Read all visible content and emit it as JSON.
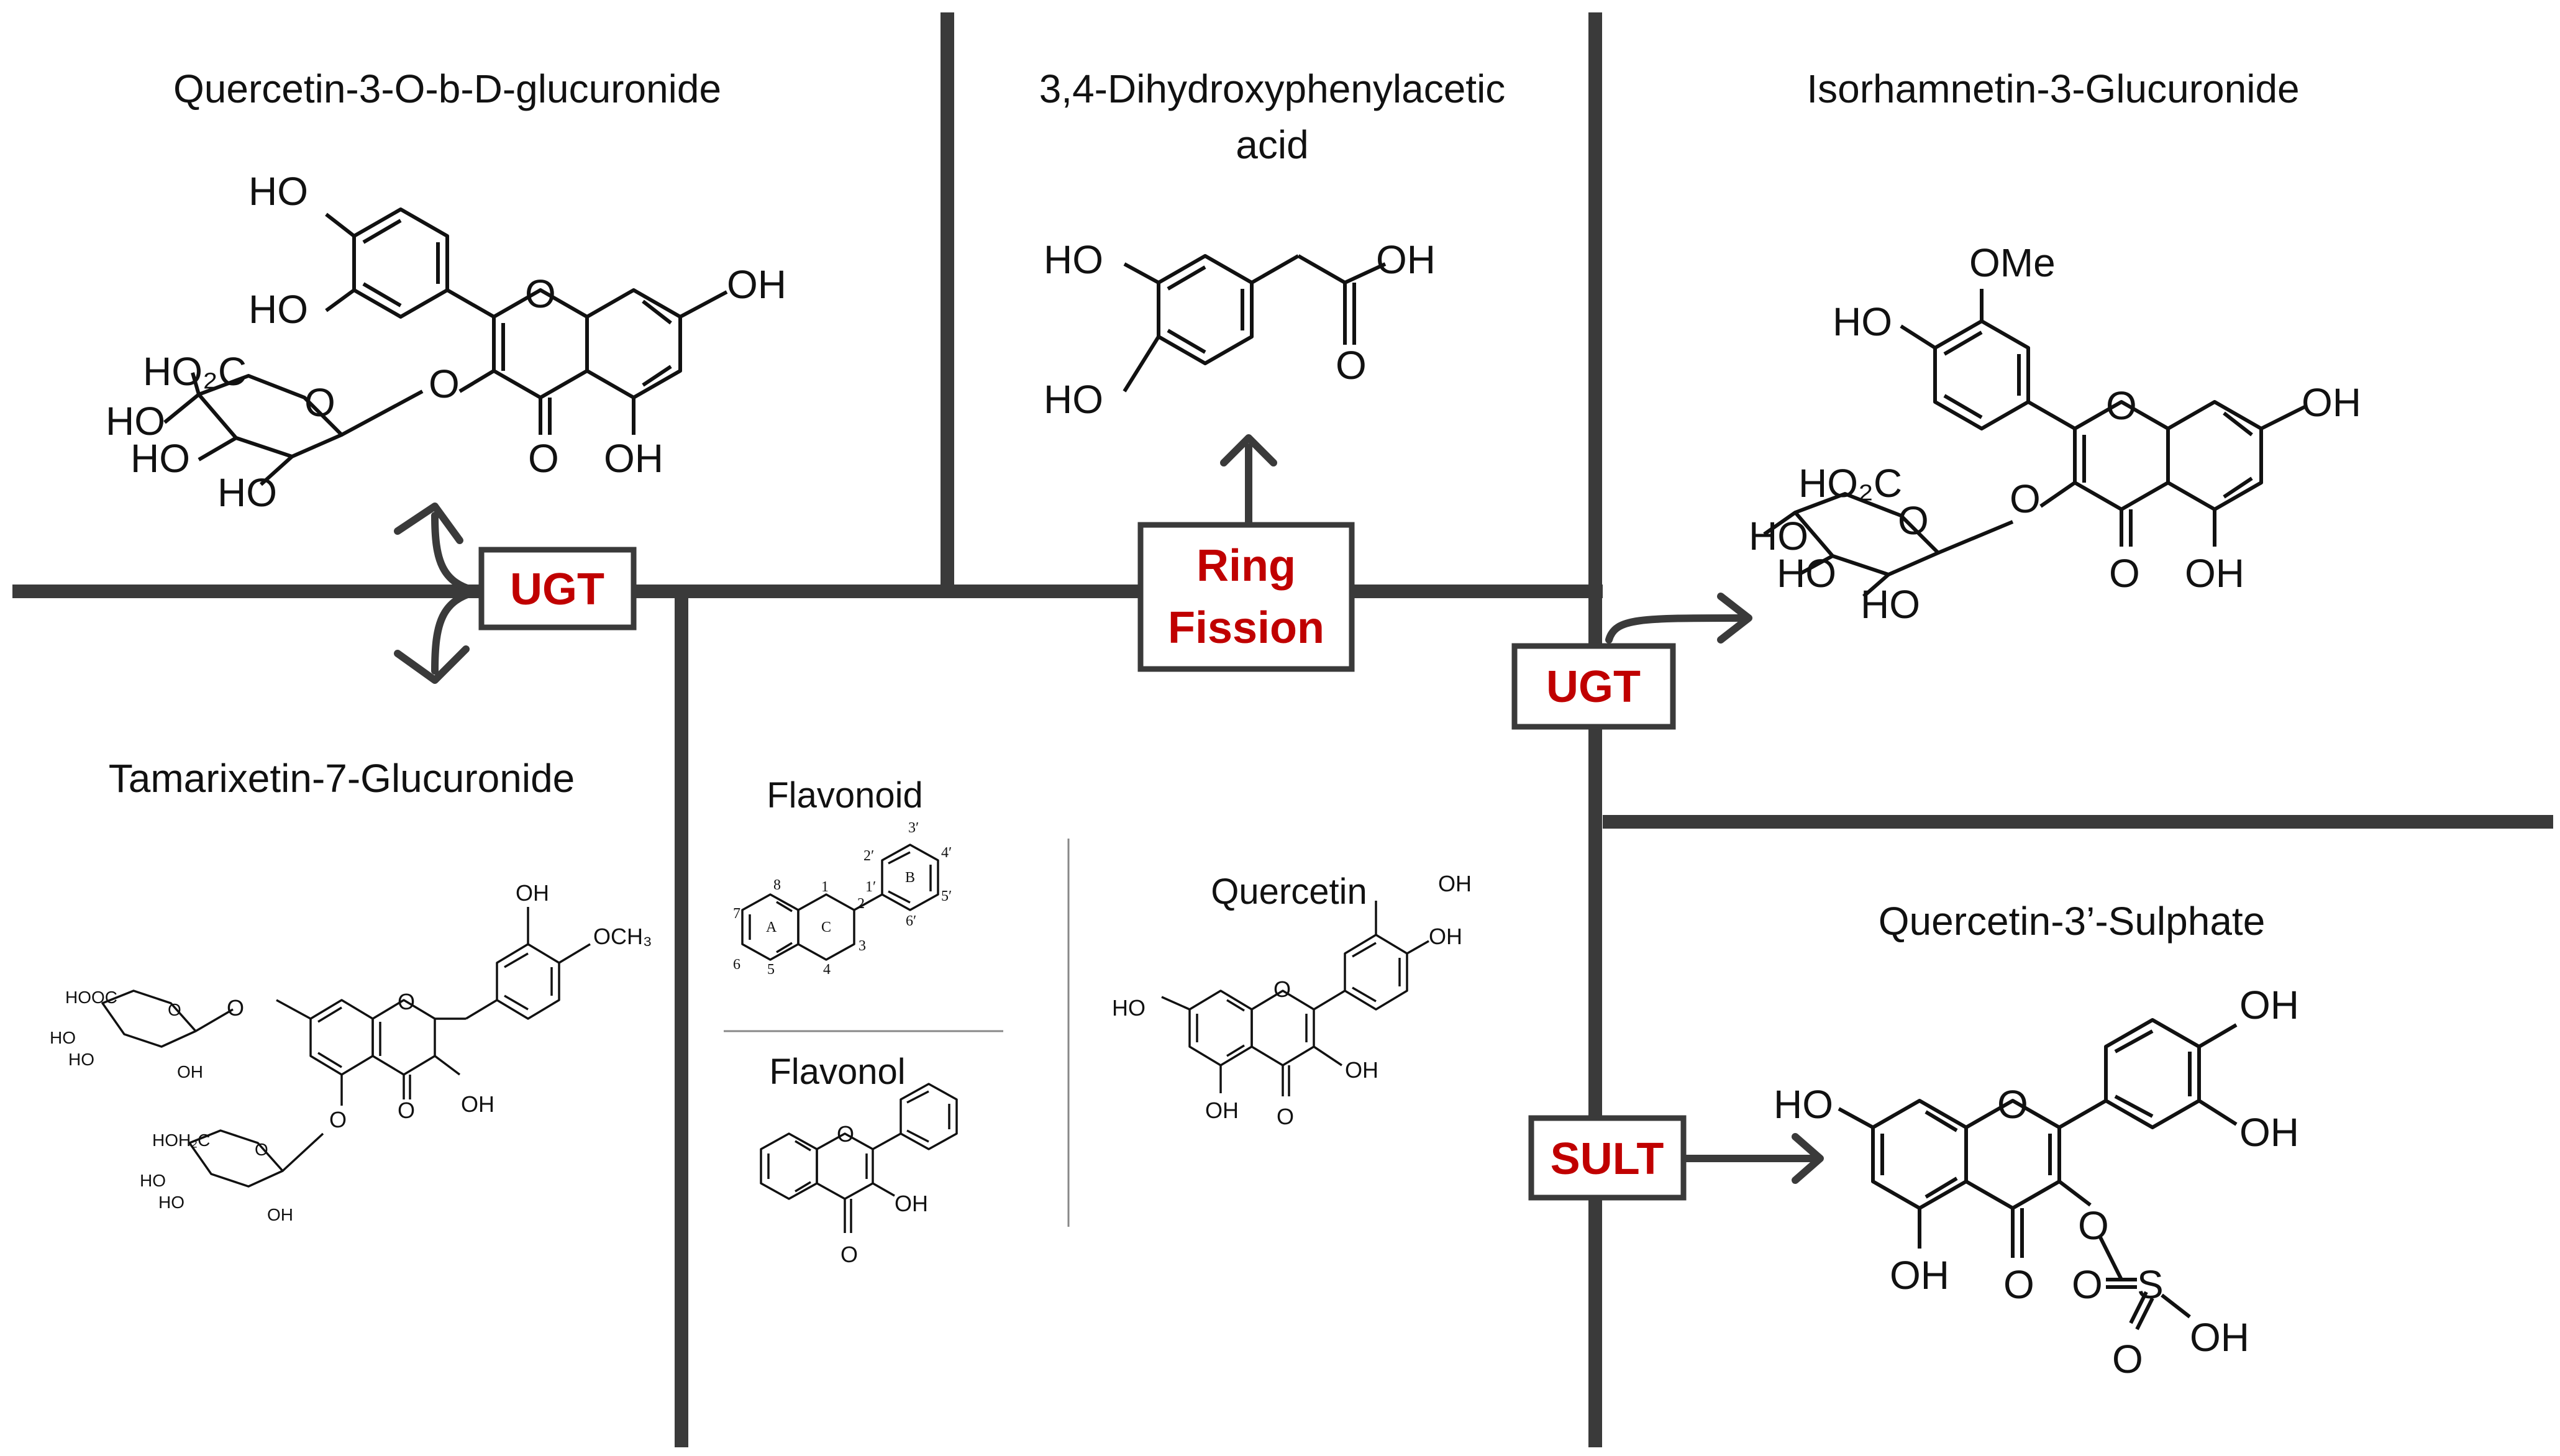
{
  "titles": {
    "q3g": "Quercetin-3-O-b-D-glucuronide",
    "dopac_line1": "3,4-Dihydroxyphenylacetic",
    "dopac_line2": "acid",
    "iso": "Isorhamnetin-3-Glucuronide",
    "tam": "Tamarixetin-7-Glucuronide",
    "flavonoid": "Flavonoid",
    "flavonol": "Flavonol",
    "quercetin": "Quercetin",
    "qs": "Quercetin-3’-Sulphate"
  },
  "enzymes": {
    "ugt_left": "UGT",
    "ring_line1": "Ring",
    "ring_line2": "Fission",
    "ugt_right": "UGT",
    "sult": "SULT"
  },
  "atoms": {
    "ho": "HO",
    "oh": "OH",
    "o": "O",
    "s": "S",
    "co2h": "HO₂C",
    "ome": "OMe",
    "och3": "OCH₃",
    "hooc": "HOOC",
    "hoh2c": "HOH₂C"
  },
  "ring_labels": {
    "a": "A",
    "b": "B",
    "c": "C",
    "n1": "1",
    "n2": "2",
    "n3": "3",
    "n4": "4",
    "n5": "5",
    "n6": "6",
    "n7": "7",
    "n8": "8",
    "n1p": "1′",
    "n2p": "2′",
    "n3p": "3′",
    "n4p": "4′",
    "n5p": "5′",
    "n6p": "6′"
  },
  "colors": {
    "enzyme_text": "#c00000",
    "divider": "#3a3a3a"
  }
}
